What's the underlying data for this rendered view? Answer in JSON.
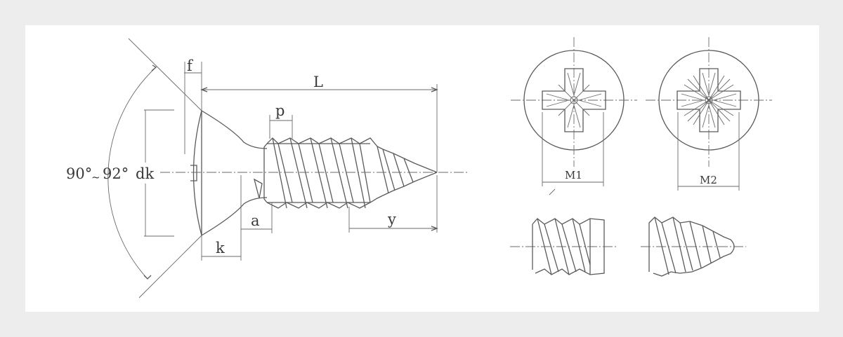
{
  "labels": {
    "f": "f",
    "L": "L",
    "p": "p",
    "dk": "dk",
    "angle_min": "90°",
    "angle_tilde": "~",
    "angle_max": "92°",
    "a": "a",
    "k": "k",
    "y": "y",
    "m1": "M1",
    "m2": "M2"
  },
  "colors": {
    "background": "#ededed",
    "sheet": "#ffffff",
    "line": "#5a5a5a",
    "text": "#3a3a3a"
  }
}
